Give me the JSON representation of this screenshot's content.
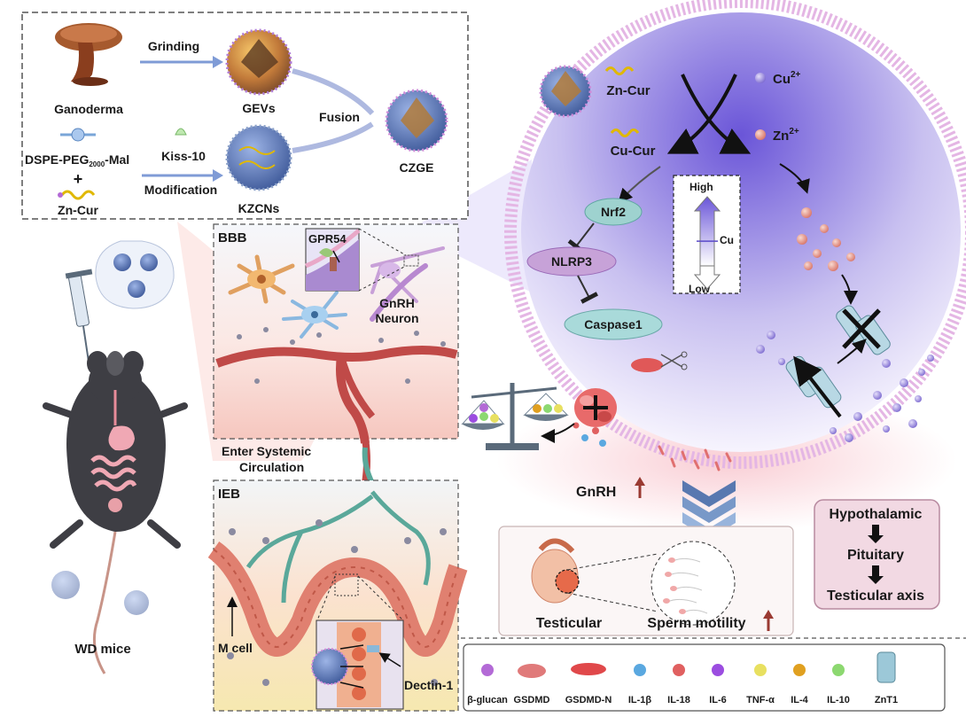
{
  "synthesis": {
    "grinding": "Grinding",
    "ganoderma": "Ganoderma",
    "gevs": "GEVs",
    "fusion": "Fusion",
    "czge": "CZGE",
    "dspe_prefix": "DSPE-PEG",
    "dspe_sub": "2000",
    "dspe_suffix": "-Mal",
    "plus": "+",
    "kiss10": "Kiss-10",
    "modification": "Modification",
    "zn_cur": "Zn-Cur",
    "kzcns": "KZCNs"
  },
  "cell": {
    "zn_cur": "Zn-Cur",
    "cu_ion": "Cu",
    "cu_charge": "2+",
    "cu_cur": "Cu-Cur",
    "zn_ion": "Zn",
    "zn_charge": "2+",
    "nrf2": "Nrf2",
    "nlrp3": "NLRP3",
    "caspase1": "Caspase1",
    "gauge_high": "High",
    "gauge_cu": "Cu",
    "gauge_low": "Low",
    "gauge_level": 0.45
  },
  "brain": {
    "bbb": "BBB",
    "gpr54": "GPR54",
    "gnrh_neuron_1": "GnRH",
    "gnrh_neuron_2": "Neuron"
  },
  "circulation": {
    "line1": "Enter Systemic",
    "line2": "Circulation"
  },
  "gut": {
    "ieb": "IEB",
    "m_cell": "M cell",
    "dectin1": "Dectin-1"
  },
  "mouse": {
    "label": "WD mice"
  },
  "outcome": {
    "gnrh": "GnRH",
    "testicular": "Testicular",
    "sperm_motility": "Sperm motility"
  },
  "axis": {
    "hypothalamic": "Hypothalamic",
    "pituitary": "Pituitary",
    "testicular_axis": "Testicular axis"
  },
  "legend": {
    "items": [
      {
        "label": "β-glucan",
        "color": "#b36ad6"
      },
      {
        "label": "GSDMD",
        "color": "#e07a7a"
      },
      {
        "label": "GSDMD-N",
        "color": "#e0484a"
      },
      {
        "label": "IL-1β",
        "color": "#5aa8e0"
      },
      {
        "label": "IL-18",
        "color": "#e06060"
      },
      {
        "label": "IL-6",
        "color": "#9b4de0"
      },
      {
        "label": "TNF-α",
        "color": "#e8e060"
      },
      {
        "label": "IL-4",
        "color": "#e0a020"
      },
      {
        "label": "IL-10",
        "color": "#8cd870"
      },
      {
        "label": "ZnT1",
        "color": "#9cc8d8"
      }
    ]
  }
}
